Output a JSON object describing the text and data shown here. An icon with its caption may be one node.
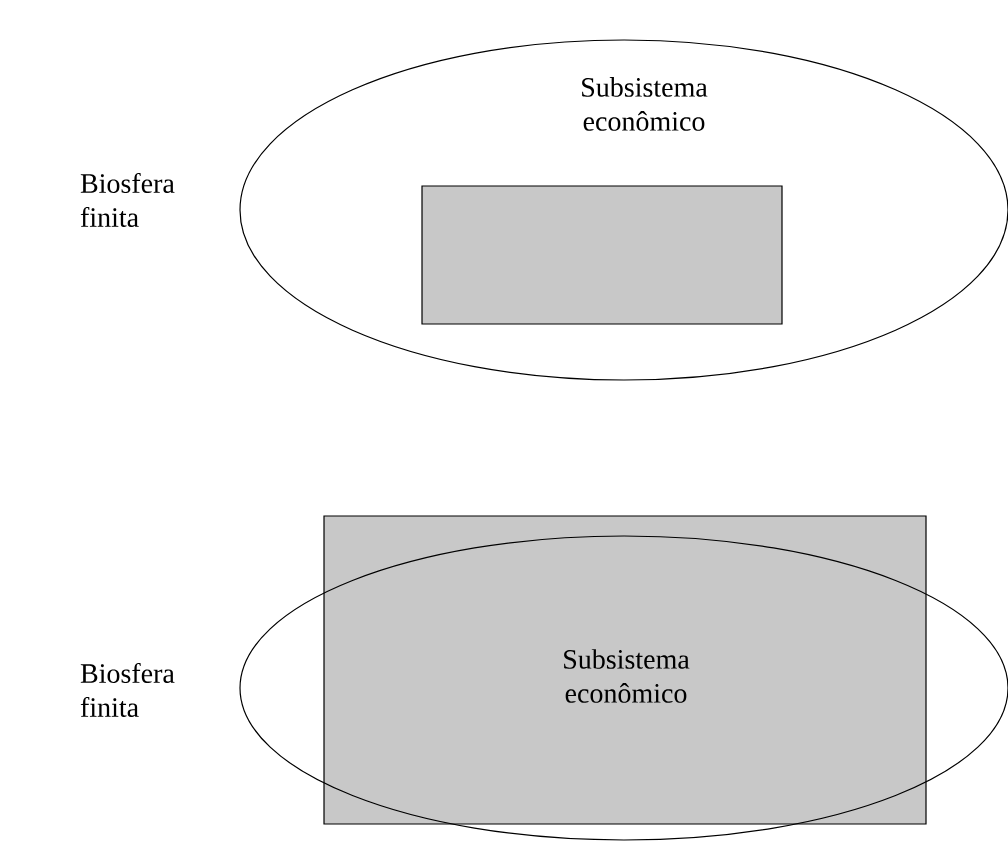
{
  "diagram": {
    "nodes": [
      {
        "text": [
          "Subsistema econômico"
        ],
        "beside": [
          "Biosfera finita"
        ]
      },
      {
        "text": [],
        "shape": "box",
        "in": 0
      },
      {
        "text": [],
        "shape": "ellipse",
        "beside": [
          "Biosfera finita"
        ]
      },
      {
        "text": [
          "Subsistema econômico"
        ]
      }
    ]
  }
}
